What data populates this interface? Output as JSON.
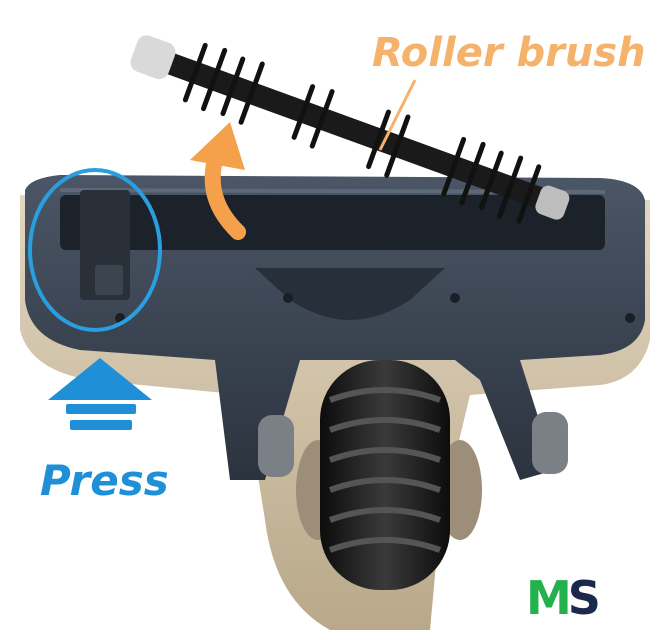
{
  "labels": {
    "roller": "Roller brush",
    "press": "Press"
  },
  "logo": {
    "letter_1": "M",
    "letter_2": "S",
    "color_1": "#22b14c",
    "color_2": "#1b2a4a"
  },
  "colors": {
    "roller_label": "#f5b26b",
    "press_label": "#1f8fd8",
    "arrow_up": "#1f8fd8",
    "curved_arrow": "#f5a04a",
    "highlight_circle": "#2a9fe0",
    "body_dark": "#3a4553",
    "body_light": "#d6c8b0",
    "brush": "#1a1a1a"
  }
}
